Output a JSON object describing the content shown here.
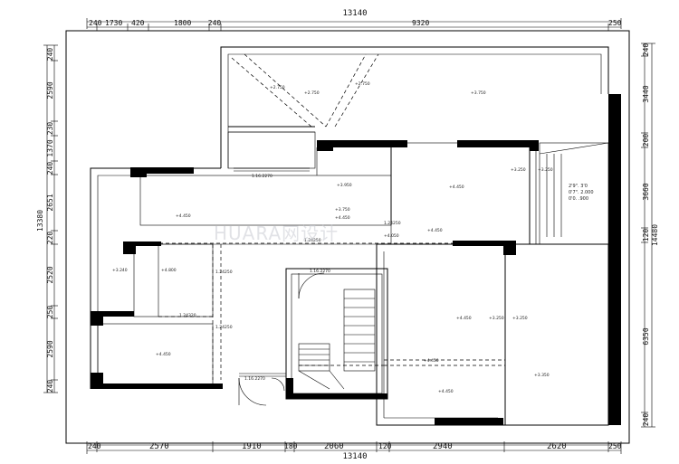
{
  "dimensions": {
    "top_total": "13140",
    "bottom_total": "13140",
    "top_segments": [
      "240",
      "1730",
      "420",
      "1800",
      "240",
      "9320",
      "250"
    ],
    "bottom_segments": [
      "240",
      "2570",
      "1910",
      "180",
      "2060",
      "120",
      "2940",
      "2620",
      "250"
    ],
    "left_total": "13380",
    "left_segments": [
      "240",
      "2590",
      "230",
      "1370",
      "240",
      "2651",
      "220",
      "2520",
      "250",
      "2590",
      "240"
    ],
    "right_total": "14480",
    "right_segments": [
      "240",
      "3440",
      "200",
      "3660",
      "120",
      "6350",
      "240"
    ]
  },
  "level_marks": {
    "m1": "+2.750",
    "m2": "+2.750",
    "m3": "+2.750",
    "m4": "+3.750",
    "m5": "+3.950",
    "m6": "+3.750",
    "m7": "+4.450",
    "m8": "+4.450",
    "m9": "+3.250",
    "m10": "+4.450",
    "m11": "+3.250",
    "m12": "+4.800",
    "m13": "+4.450",
    "m14": "+4.050",
    "m15": "+3.250",
    "m16": "+4.450",
    "m17": "+3.250",
    "m18": "+4.450",
    "m19": "+4.450",
    "m20": "+3.240",
    "m21": "+3.350",
    "m22": "+4.450"
  },
  "floor_heights": {
    "h1": "1.24250",
    "h2": "1.24250",
    "h3": "1.24320",
    "h4": "1.24250",
    "h5": "1.24250"
  },
  "door_tags": {
    "d1": "1.16.2270",
    "d2": "1.16.2270",
    "d3": "1.16.2270"
  },
  "note_block": [
    "2'9\". 3'0",
    "0'7\". 2.000",
    "0'0. .900"
  ],
  "watermark": "HUARA网设计"
}
